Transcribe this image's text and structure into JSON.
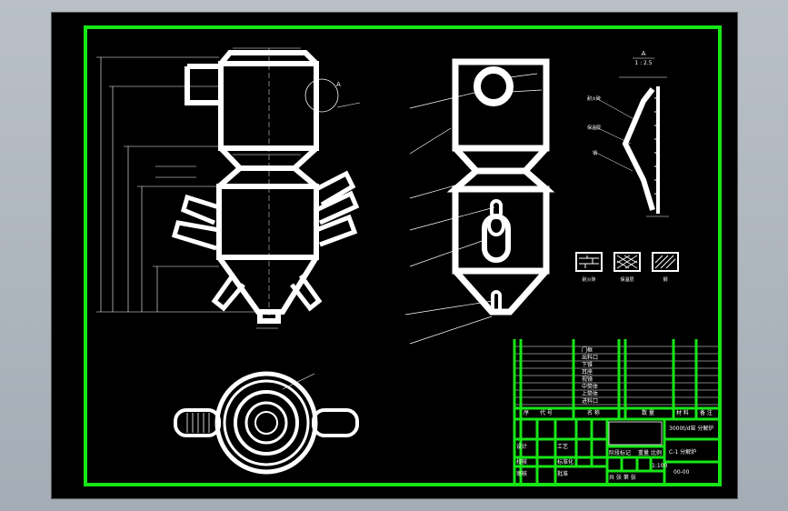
{
  "drawing": {
    "detail_label": "A",
    "detail_title": "A",
    "detail_scale": "1 : 2.5",
    "detail_callouts": [
      "耐火砖",
      "保温层",
      "钢"
    ],
    "legend": [
      {
        "label": "耐火砖",
        "pattern": "brick"
      },
      {
        "label": "保温层",
        "pattern": "cross"
      },
      {
        "label": "钢",
        "pattern": "hatch"
      }
    ],
    "parts_list": [
      "门框",
      "出料口",
      "下锥",
      "耳座",
      "视镜",
      "中筒体",
      "上筒体",
      "进料口"
    ],
    "title_block": {
      "project_name": "3000t/d窑 分解炉",
      "drawing_name": "C-1 分解炉",
      "drawing_number": "00-00",
      "scale": "1:100",
      "header_no": "序",
      "header_code": "代 号",
      "header_name": "名 称",
      "header_qty": "数 量",
      "header_material": "材 料",
      "header_note": "备 注",
      "stage_label": "阶段标记",
      "weight_label": "重量",
      "scale_label": "比例",
      "sheet_label": "共 张 第 张",
      "signature_labels": [
        "设计",
        "校核",
        "审核",
        "工艺",
        "标准化",
        "批准"
      ]
    }
  }
}
